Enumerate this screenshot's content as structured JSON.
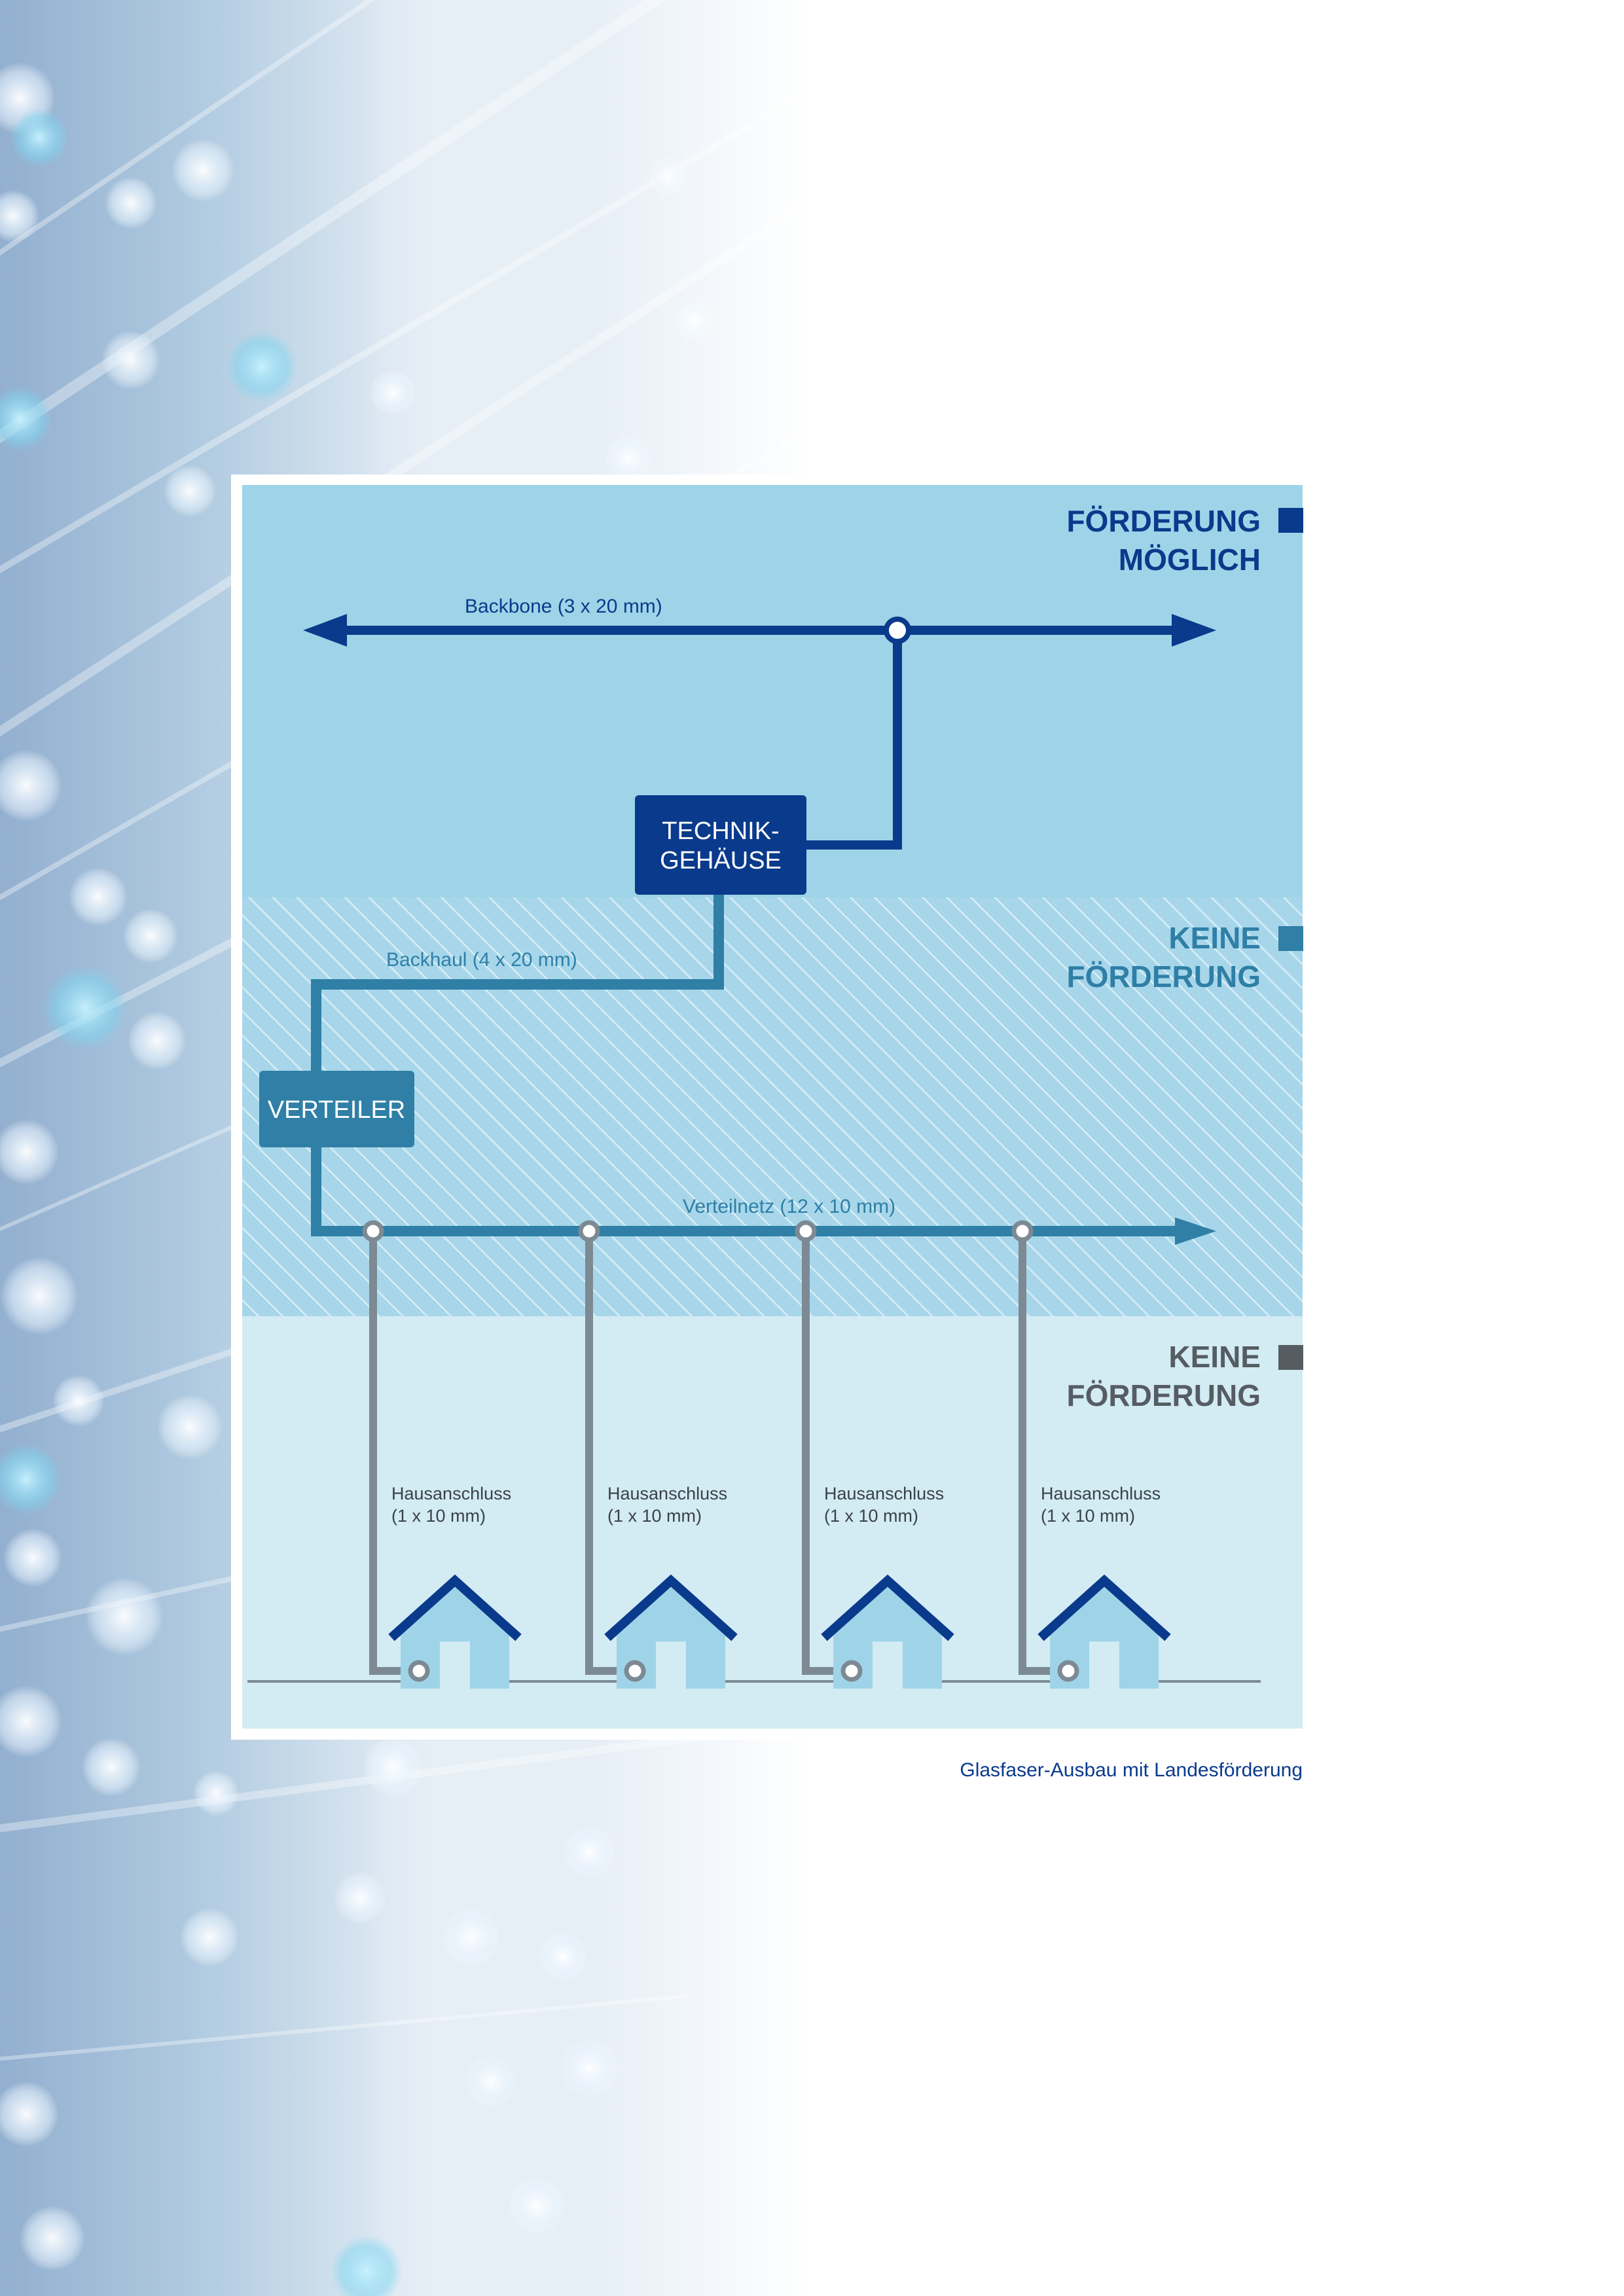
{
  "colors": {
    "dark_blue": "#0a3a8c",
    "mid_blue": "#2f7fa6",
    "gray": "#7d8a93",
    "zone_top": "#9fd4e8",
    "zone_middle": "#a7d6ea",
    "zone_bottom": "#d3ebf3",
    "house": "#9fd4e8"
  },
  "zones": [
    {
      "id": "foerderung-moeglich",
      "label_line1": "FÖRDERUNG",
      "label_line2": "MÖGLICH",
      "color": "#0a3a8c"
    },
    {
      "id": "keine-foerderung-mid",
      "label_line1": "KEINE",
      "label_line2": "FÖRDERUNG",
      "color": "#2f7fa6"
    },
    {
      "id": "keine-foerderung-bottom",
      "label_line1": "KEINE",
      "label_line2": "FÖRDERUNG",
      "color": "#555d63"
    }
  ],
  "lines": {
    "backbone": "Backbone (3 x 20 mm)",
    "backhaul": "Backhaul (4 x 20 mm)",
    "verteilnetz": "Verteilnetz (12 x 10 mm)"
  },
  "nodes": {
    "technik_line1": "TECHNIK-",
    "technik_line2": "GEHÄUSE",
    "verteiler": "VERTEILER"
  },
  "houses": [
    {
      "label_line1": "Hausanschluss",
      "label_line2": "(1 x 10 mm)"
    },
    {
      "label_line1": "Hausanschluss",
      "label_line2": "(1 x 10 mm)"
    },
    {
      "label_line1": "Hausanschluss",
      "label_line2": "(1 x 10 mm)"
    },
    {
      "label_line1": "Hausanschluss",
      "label_line2": "(1 x 10 mm)"
    }
  ],
  "caption": "Glasfaser-Ausbau mit Landesförderung"
}
